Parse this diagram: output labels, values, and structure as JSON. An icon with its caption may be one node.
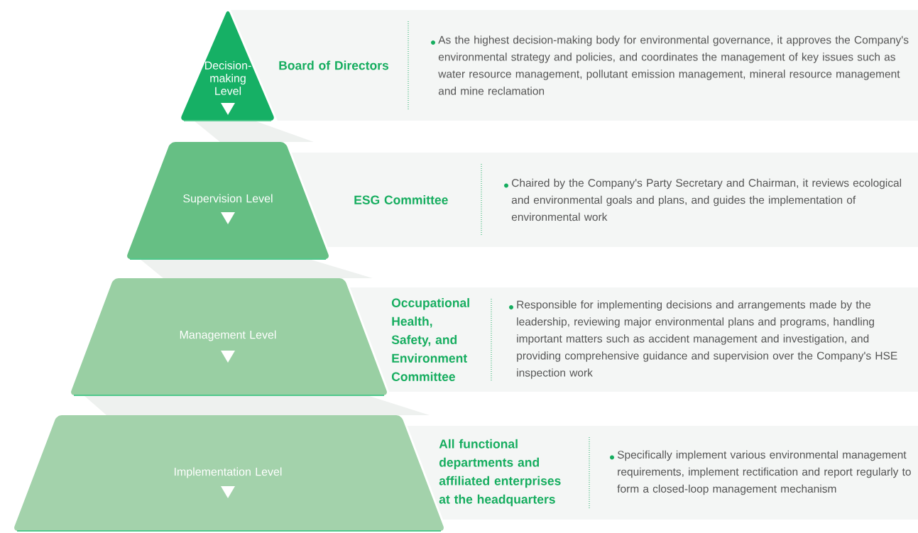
{
  "diagram": {
    "nodes": [
      {
        "text": [
          "Decision-making Level"
        ]
      },
      {
        "text": [
          "Board of Directors",
          "As the highest decision-making body for environmental governance, it approves the Company's environmental strategy and policies, and coordinates the management of key issues such as water resource management, pollutant emission management, mineral resource management and mine reclamation"
        ]
      },
      {
        "text": [
          "Supervision Level"
        ]
      },
      {
        "text": [
          "ESG Committee",
          "Chaired by the Company's Party Secretary and Chairman, it reviews ecological and environmental goals and plans, and guides the implementation of environmental work"
        ]
      },
      {
        "text": [
          "Management Level"
        ]
      },
      {
        "text": [
          "Occupational Health, Safety, and Environment Committee",
          "Responsible for implementing decisions and arrangements made by the leadership, reviewing major environmental plans and programs, handling important matters such as accident management and investigation, and providing comprehensive guidance and supervision over the Company's HSE inspection work"
        ]
      },
      {
        "text": [
          "Implementation Level"
        ]
      },
      {
        "text": [
          "All functional departments and affiliated enterprises at the headquarters",
          "Specifically implement various environmental management requirements, implement rectification and report regularly to form a closed-loop management mechanism"
        ]
      }
    ]
  }
}
